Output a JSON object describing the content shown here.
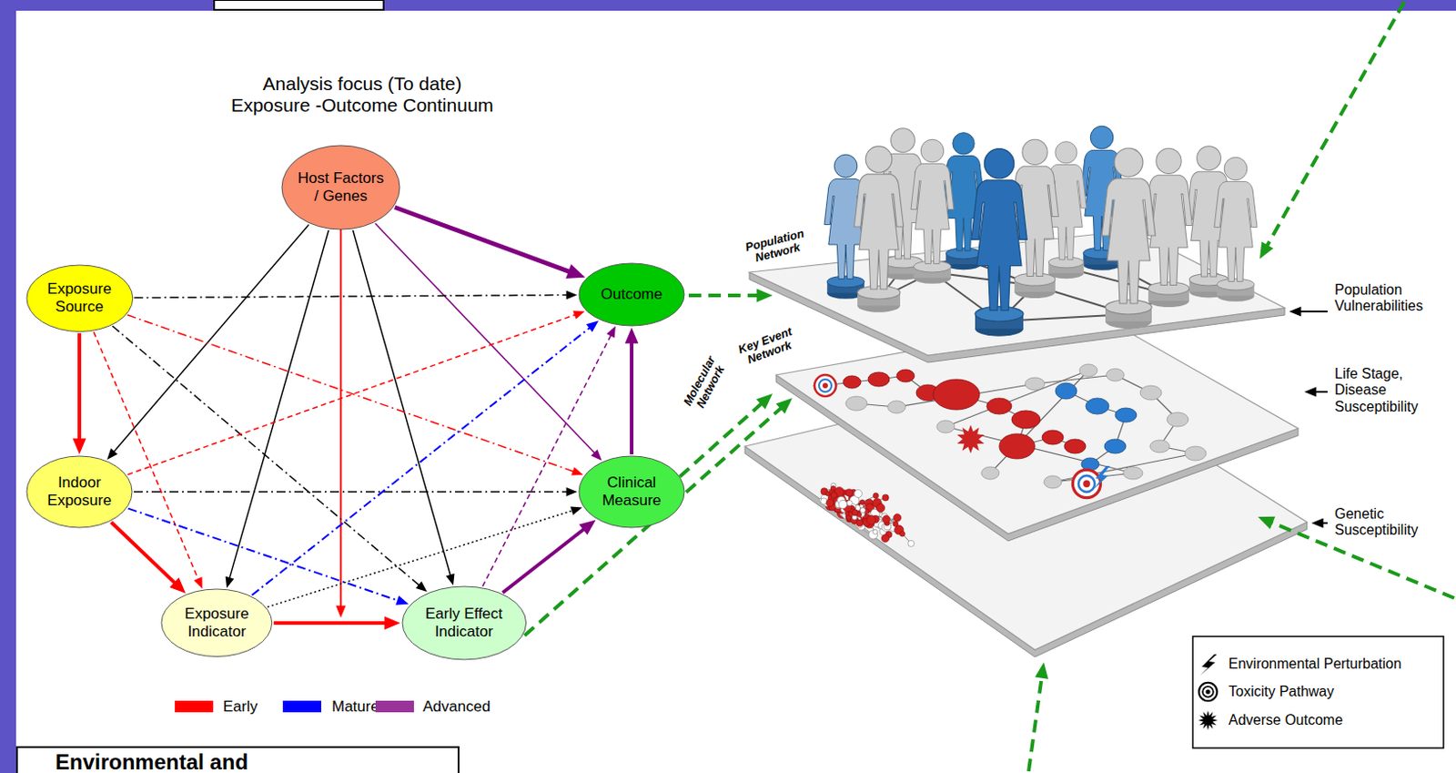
{
  "diagram": {
    "nodes": [
      {
        "text": [
          "Host Factors / Genes"
        ]
      },
      {
        "text": [
          "Exposure Source"
        ]
      },
      {
        "text": [
          "Outcome"
        ]
      },
      {
        "text": [
          "Indoor Exposure"
        ]
      },
      {
        "text": [
          "Clinical Measure"
        ]
      },
      {
        "text": [
          "Exposure Indicator"
        ]
      },
      {
        "text": [
          "Early Effect Indicator"
        ]
      }
    ],
    "edges": [
      {
        "from": 0,
        "to": 2,
        "arrow": "to"
      },
      {
        "from": 0,
        "to": 3,
        "arrow": "to"
      },
      {
        "from": 0,
        "to": 5,
        "arrow": "to"
      },
      {
        "from": 0,
        "to": 6,
        "arrow": "to"
      },
      {
        "from": 0,
        "to": 4,
        "arrow": "to"
      },
      {
        "from": 1,
        "to": 2,
        "arrow": "to"
      },
      {
        "from": 1,
        "to": 3,
        "arrow": "to"
      },
      {
        "from": 1,
        "to": 4,
        "arrow": "to"
      },
      {
        "from": 1,
        "to": 5,
        "arrow": "to"
      },
      {
        "from": 1,
        "to": 6,
        "arrow": "to"
      },
      {
        "from": 3,
        "to": 2,
        "arrow": "to"
      },
      {
        "from": 3,
        "to": 4,
        "arrow": "to"
      },
      {
        "from": 3,
        "to": 5,
        "arrow": "to"
      },
      {
        "from": 3,
        "to": 6,
        "arrow": "to"
      },
      {
        "from": 5,
        "to": 2,
        "arrow": "to"
      },
      {
        "from": 5,
        "to": 6,
        "arrow": "to"
      },
      {
        "from": 5,
        "to": 4,
        "arrow": "to"
      },
      {
        "from": 6,
        "to": 2,
        "arrow": "to"
      },
      {
        "from": 6,
        "to": 4,
        "arrow": "to"
      },
      {
        "from": 4,
        "to": 2,
        "arrow": "to"
      }
    ],
    "labels": [
      "Analysis focus (To date)",
      "Exposure -Outcome Continuum",
      "Population Network",
      "Key Event Network",
      "Molecular Network",
      "Population Vulnerabilities",
      "Life Stage, Disease Susceptibility",
      "Genetic Susceptibility",
      "Environmental and"
    ],
    "legend": [
      {
        "text": "Early",
        "color": "#ff0000"
      },
      {
        "text": "Mature",
        "color": "#0000ff"
      },
      {
        "text": "Advanced",
        "color": "#993399"
      },
      {
        "text": "Environmental Perturbation"
      },
      {
        "text": "Toxicity Pathway"
      },
      {
        "text": "Adverse Outcome"
      }
    ]
  }
}
